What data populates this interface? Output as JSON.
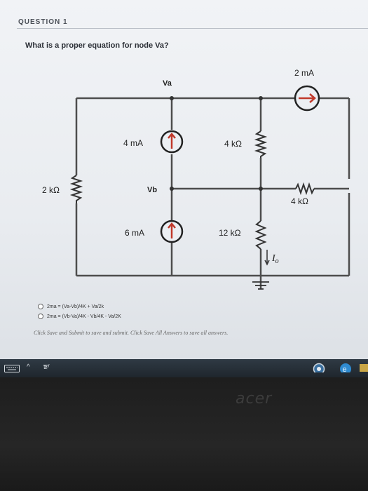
{
  "question": {
    "label": "QUESTION 1",
    "text": "What is a proper equation for node Va?"
  },
  "circuit": {
    "node_va": "Va",
    "node_vb": "Vb",
    "source_top_right": "2 mA",
    "source_upper_middle": "4 mA",
    "source_lower_middle": "6 mA",
    "resistor_left": "2 kΩ",
    "resistor_upper_right": "4 kΩ",
    "resistor_far_right": "4 kΩ",
    "resistor_lower_right": "12 kΩ",
    "current_label": "I",
    "current_sub": "o"
  },
  "options": [
    {
      "text": "2ma = (Va-Vb)/4K  + Va/2k",
      "selected": false
    },
    {
      "text": "2ma = (Vb-Va)/4K - Vb/4K  - Va/2K",
      "selected": false
    }
  ],
  "instructions": "Click Save and Submit to save and submit. Click Save All Answers to save all answers.",
  "taskbar": {
    "caret": "^",
    "people_glyph": "ਙʳ"
  },
  "laptop": {
    "brand": "acer"
  },
  "colors": {
    "screen_bg": "#eceff3",
    "wire": "#4d4d4d",
    "source_ring": "#222222",
    "arrow": "#c0392b",
    "taskbar": "#252d35"
  }
}
